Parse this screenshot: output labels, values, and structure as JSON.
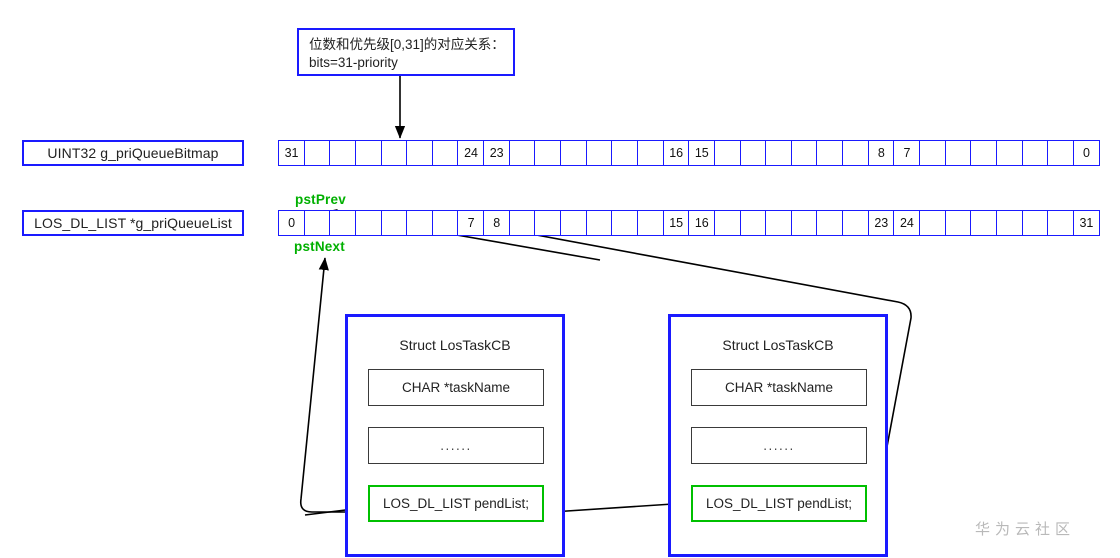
{
  "callout": {
    "text": "位数和优先级[0,31]的对应关系：\nbits=31-priority"
  },
  "labels": {
    "bitmap": "UINT32 g_priQueueBitmap",
    "list": "LOS_DL_LIST *g_priQueueList"
  },
  "bitmap_row": {
    "cell_count": 32,
    "cells": [
      "31",
      "",
      "",
      "",
      "",
      "",
      "",
      "24",
      "23",
      "",
      "",
      "",
      "",
      "",
      "",
      "16",
      "15",
      "",
      "",
      "",
      "",
      "",
      "",
      "8",
      "7",
      "",
      "",
      "",
      "",
      "",
      "",
      "0"
    ]
  },
  "list_row": {
    "cell_count": 32,
    "cells": [
      "0",
      "",
      "",
      "",
      "",
      "",
      "",
      "7",
      "8",
      "",
      "",
      "",
      "",
      "",
      "",
      "15",
      "16",
      "",
      "",
      "",
      "",
      "",
      "",
      "23",
      "24",
      "",
      "",
      "",
      "",
      "",
      "",
      "31"
    ]
  },
  "pointers": {
    "prev": "pstPrev",
    "next": "pstNext"
  },
  "taskcb_left": {
    "title": "Struct LosTaskCB",
    "field_name": "CHAR *taskName",
    "field_ellipsis": "......",
    "field_pendlist": "LOS_DL_LIST pendList;"
  },
  "taskcb_right": {
    "title": "Struct LosTaskCB",
    "field_name": "CHAR *taskName",
    "field_ellipsis": "......",
    "field_pendlist": "LOS_DL_LIST pendList;"
  },
  "watermark": "华为云社区",
  "colors": {
    "box_blue": "#1a1aff",
    "pendlist_green": "#00c000",
    "pointer_green": "#00b000",
    "line_black": "#000000",
    "watermark_gray": "#b9b9b9"
  }
}
